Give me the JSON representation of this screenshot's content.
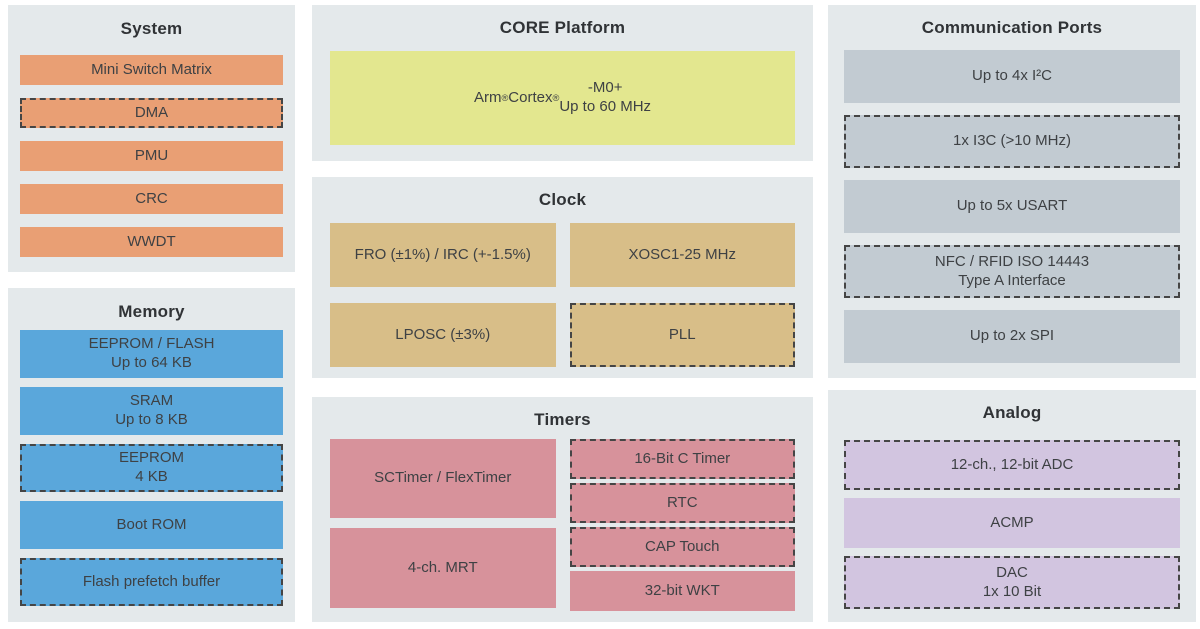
{
  "colors": {
    "panel_bg": "#e4e9eb",
    "system": "#e99f74",
    "memory": "#5aa7db",
    "core": "#e3e78f",
    "clock": "#d8be88",
    "timers": "#d7929b",
    "comm": "#c2cbd2",
    "analog": "#d2c5e0",
    "text": "#3e4144",
    "dash": "#454545"
  },
  "panels": {
    "system": {
      "title": "System",
      "blocks": [
        {
          "label": "Mini Switch Matrix",
          "dashed": false
        },
        {
          "label": "DMA",
          "dashed": true
        },
        {
          "label": "PMU",
          "dashed": false
        },
        {
          "label": "CRC",
          "dashed": false
        },
        {
          "label": "WWDT",
          "dashed": false
        }
      ]
    },
    "memory": {
      "title": "Memory",
      "blocks": [
        {
          "label": "EEPROM / FLASH\nUp to 64 KB",
          "dashed": false
        },
        {
          "label": "SRAM\nUp to 8 KB",
          "dashed": false
        },
        {
          "label": "EEPROM\n4 KB",
          "dashed": true
        },
        {
          "label": "Boot ROM",
          "dashed": false
        },
        {
          "label": "Flash prefetch buffer",
          "dashed": true
        }
      ]
    },
    "core": {
      "title": "CORE Platform",
      "blocks": [
        {
          "label": "Arm® Cortex®-M0+\nUp to 60 MHz",
          "dashed": false
        }
      ]
    },
    "clock": {
      "title": "Clock",
      "blocks": [
        {
          "label": "FRO (±1%) / IRC (+-1.5%)",
          "dashed": false
        },
        {
          "label": "XOSC1-25 MHz",
          "dashed": false
        },
        {
          "label": "LPOSC (±3%)",
          "dashed": false
        },
        {
          "label": "PLL",
          "dashed": true
        }
      ]
    },
    "timers": {
      "title": "Timers",
      "left_blocks": [
        {
          "label": "SCTimer / FlexTimer",
          "dashed": false
        },
        {
          "label": "4-ch. MRT",
          "dashed": false
        }
      ],
      "right_blocks": [
        {
          "label": "16-Bit C Timer",
          "dashed": true
        },
        {
          "label": "RTC",
          "dashed": true
        },
        {
          "label": "CAP Touch",
          "dashed": true
        },
        {
          "label": "32-bit WKT",
          "dashed": false
        }
      ]
    },
    "comm": {
      "title": "Communication Ports",
      "blocks": [
        {
          "label": "Up to 4x I²C",
          "dashed": false
        },
        {
          "label": "1x I3C (>10 MHz)",
          "dashed": true
        },
        {
          "label": "Up to 5x USART",
          "dashed": false
        },
        {
          "label": "NFC / RFID ISO 14443\nType A Interface",
          "dashed": true
        },
        {
          "label": "Up to 2x SPI",
          "dashed": false
        }
      ]
    },
    "analog": {
      "title": "Analog",
      "blocks": [
        {
          "label": "12-ch., 12-bit ADC",
          "dashed": true
        },
        {
          "label": "ACMP",
          "dashed": false
        },
        {
          "label": "DAC\n1x 10 Bit",
          "dashed": true
        }
      ]
    }
  }
}
